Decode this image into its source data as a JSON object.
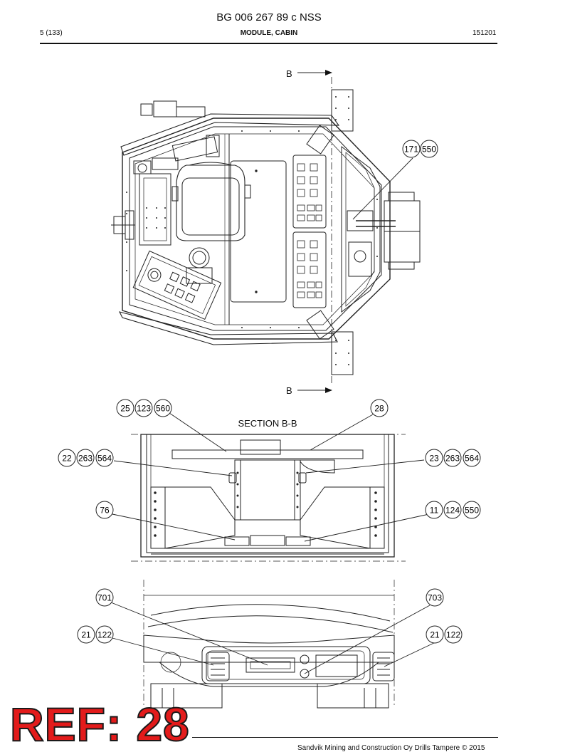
{
  "header": {
    "doc_number": "BG 006 267 89 c NSS",
    "page": "5 (133)",
    "section_title": "MODULE, CABIN",
    "date_code": "151201"
  },
  "view_markers": {
    "top": "B",
    "bottom": "B"
  },
  "section_label": "SECTION B-B",
  "callouts": {
    "top_view": [
      {
        "id": "c-171-550",
        "numbers": [
          "171",
          "550"
        ]
      }
    ],
    "section_view": [
      {
        "id": "c-25-123-560",
        "numbers": [
          "25",
          "123",
          "560"
        ]
      },
      {
        "id": "c-28",
        "numbers": [
          "28"
        ]
      },
      {
        "id": "c-22-263-564",
        "numbers": [
          "22",
          "263",
          "564"
        ]
      },
      {
        "id": "c-23-263-564",
        "numbers": [
          "23",
          "263",
          "564"
        ]
      },
      {
        "id": "c-76",
        "numbers": [
          "76"
        ]
      },
      {
        "id": "c-11-124-550",
        "numbers": [
          "11",
          "124",
          "550"
        ]
      }
    ],
    "detail_view": [
      {
        "id": "c-701",
        "numbers": [
          "701"
        ]
      },
      {
        "id": "c-703",
        "numbers": [
          "703"
        ]
      },
      {
        "id": "c-21-122-left",
        "numbers": [
          "21",
          "122"
        ]
      },
      {
        "id": "c-21-122-right",
        "numbers": [
          "21",
          "122"
        ]
      }
    ]
  },
  "stamp": {
    "text": "REF: 28",
    "color": "#e31b1b"
  },
  "footer": {
    "copyright": "Sandvik Mining and Construction Oy Drills Tampere © 2015"
  }
}
